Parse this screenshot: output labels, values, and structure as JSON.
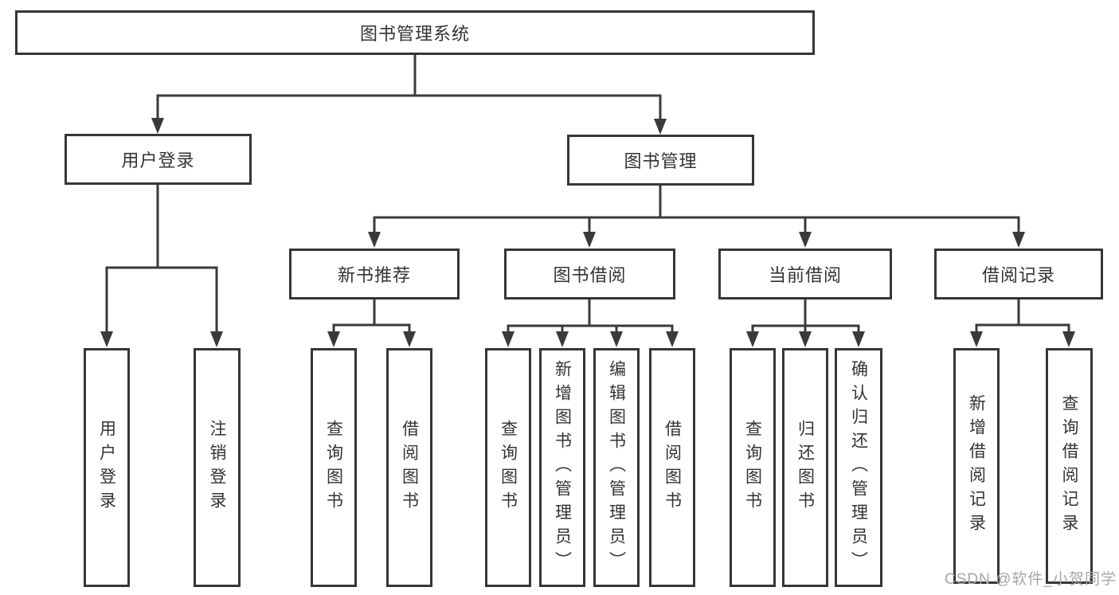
{
  "diagram": {
    "type": "hierarchy-tree",
    "colors": {
      "line": "#3a3a3a",
      "box_border": "#363636",
      "box_background": "#ffffff",
      "text": "#333333",
      "watermark_text": "#a6a6a6"
    },
    "watermark": "CSDN @软件_小贺同学",
    "tree": {
      "root": {
        "label": "图书管理系统"
      },
      "children": [
        {
          "label": "用户登录",
          "children": [
            {
              "label": "用户登录"
            },
            {
              "label": "注销登录"
            }
          ]
        },
        {
          "label": "图书管理",
          "children": [
            {
              "label": "新书推荐",
              "children": [
                {
                  "label": "查询图书"
                },
                {
                  "label": "借阅图书"
                }
              ]
            },
            {
              "label": "图书借阅",
              "children": [
                {
                  "label": "查询图书"
                },
                {
                  "label": "新增图书（管理员）"
                },
                {
                  "label": "编辑图书（管理员）"
                },
                {
                  "label": "借阅图书"
                }
              ]
            },
            {
              "label": "当前借阅",
              "children": [
                {
                  "label": "查询图书"
                },
                {
                  "label": "归还图书"
                },
                {
                  "label": "确认归还（管理员）"
                }
              ]
            },
            {
              "label": "借阅记录",
              "children": [
                {
                  "label": "新增借阅记录"
                },
                {
                  "label": "查询借阅记录"
                }
              ]
            }
          ]
        }
      ]
    }
  }
}
